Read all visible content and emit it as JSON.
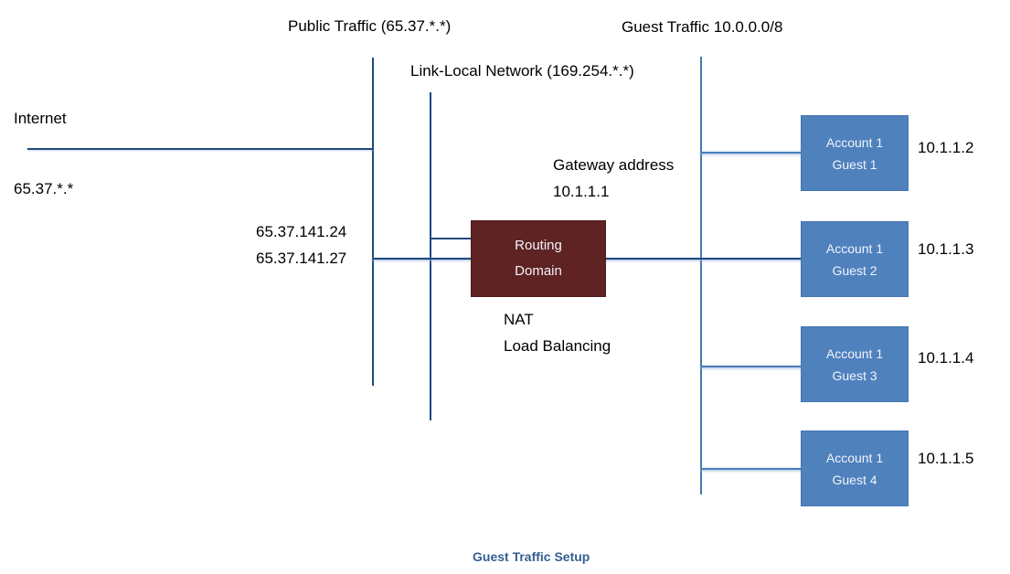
{
  "diagram_title": "Guest Traffic Setup",
  "labels": {
    "public_traffic": "Public Traffic (65.37.*.*)",
    "guest_traffic": "Guest Traffic 10.0.0.0/8",
    "link_local": "Link-Local Network (169.254.*.*)",
    "internet": "Internet",
    "internet_ip": "65.37.*.*",
    "public_ip_1": "65.37.141.24",
    "public_ip_2": "65.37.141.27",
    "gateway_title": "Gateway address",
    "gateway_ip": "10.1.1.1",
    "nat": "NAT",
    "load_balancing": "Load Balancing"
  },
  "routing_domain": {
    "line1": "Routing",
    "line2": "Domain"
  },
  "guests": [
    {
      "line1": "Account 1",
      "line2": "Guest 1",
      "ip": "10.1.1.2"
    },
    {
      "line1": "Account 1",
      "line2": "Guest 2",
      "ip": "10.1.1.3"
    },
    {
      "line1": "Account 1",
      "line2": "Guest 3",
      "ip": "10.1.1.4"
    },
    {
      "line1": "Account 1",
      "line2": "Guest 4",
      "ip": "10.1.1.5"
    }
  ],
  "caption": "Guest Traffic Setup",
  "colors": {
    "bus_line_dark": "#1F497D",
    "guest_bus_line": "#4676B4",
    "connector_line": "#4A7EBB",
    "connector_halo": "#95B3D7",
    "guest_box_fill": "#4F81BD",
    "routing_box_fill": "#5F2323",
    "node_text": "#F0F4FA",
    "caption_text": "#365F91",
    "label_text": "#000000",
    "background": "#FFFFFF"
  }
}
